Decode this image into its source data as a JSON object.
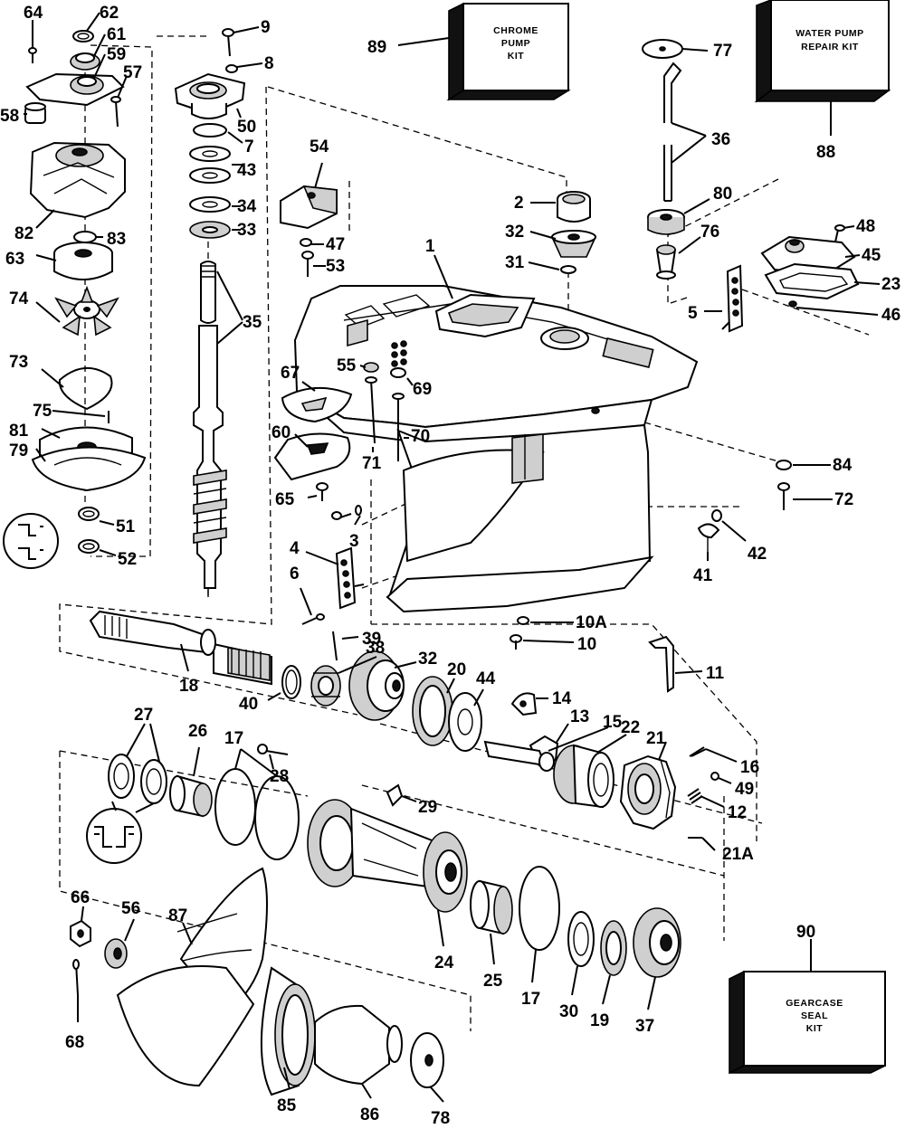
{
  "kits": [
    {
      "number": "89",
      "lines": [
        "CHROME",
        "PUMP",
        "KIT"
      ]
    },
    {
      "number": "88",
      "lines": [
        "WATER PUMP",
        "REPAIR KIT"
      ]
    },
    {
      "number": "90",
      "lines": [
        "GEARCASE",
        "SEAL",
        "KIT"
      ]
    }
  ],
  "part_labels": [
    "64",
    "62",
    "61",
    "59",
    "57",
    "58",
    "82",
    "83",
    "63",
    "74",
    "73",
    "75",
    "81",
    "79",
    "51",
    "52",
    "9",
    "8",
    "50",
    "7",
    "43",
    "34",
    "33",
    "35",
    "54",
    "47",
    "53",
    "2",
    "32",
    "31",
    "1",
    "77",
    "36",
    "80",
    "76",
    "5",
    "48",
    "45",
    "23",
    "46",
    "67",
    "55",
    "69",
    "60",
    "70",
    "71",
    "65",
    "3",
    "4",
    "6",
    "84",
    "72",
    "42",
    "41",
    "10A",
    "10",
    "39",
    "18",
    "40",
    "38",
    "32",
    "20",
    "44",
    "14",
    "13",
    "11",
    "15",
    "22",
    "21",
    "16",
    "49",
    "12",
    "21A",
    "27",
    "26",
    "17",
    "28",
    "29",
    "24",
    "25",
    "17",
    "30",
    "19",
    "37",
    "66",
    "56",
    "87",
    "68",
    "85",
    "86",
    "78",
    "88",
    "90",
    "89"
  ]
}
